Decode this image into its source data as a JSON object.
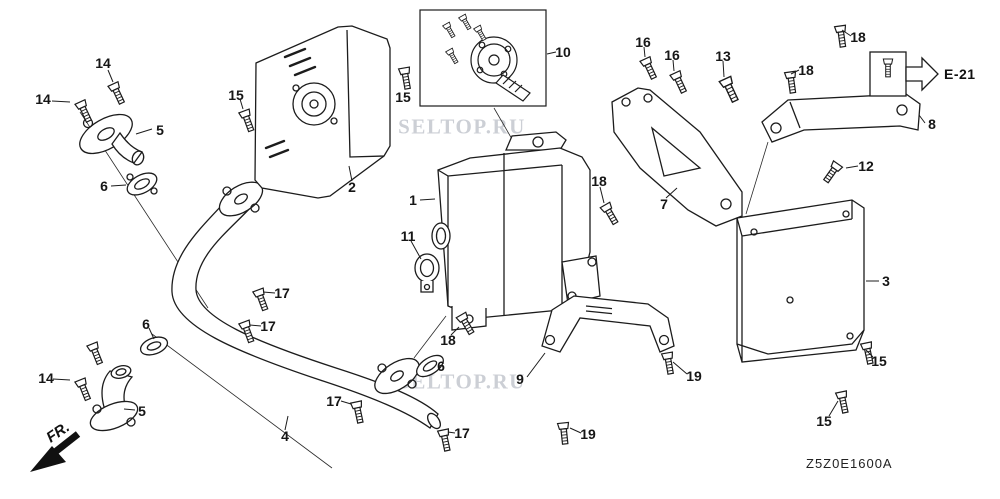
{
  "diagram": {
    "watermark": "SELTOP.RU",
    "code": "Z5Z0E1600A",
    "reference": "E-21",
    "front_marker": "FR."
  },
  "callouts": [
    {
      "n": "14"
    },
    {
      "n": "14"
    },
    {
      "n": "5"
    },
    {
      "n": "6"
    },
    {
      "n": "15"
    },
    {
      "n": "15"
    },
    {
      "n": "2"
    },
    {
      "n": "10"
    },
    {
      "n": "16"
    },
    {
      "n": "16"
    },
    {
      "n": "13"
    },
    {
      "n": "18"
    },
    {
      "n": "18"
    },
    {
      "n": "8"
    },
    {
      "n": "12"
    },
    {
      "n": "7"
    },
    {
      "n": "18"
    },
    {
      "n": "1"
    },
    {
      "n": "11"
    },
    {
      "n": "3"
    },
    {
      "n": "17"
    },
    {
      "n": "17"
    },
    {
      "n": "18"
    },
    {
      "n": "6"
    },
    {
      "n": "9"
    },
    {
      "n": "19"
    },
    {
      "n": "6"
    },
    {
      "n": "14"
    },
    {
      "n": "5"
    },
    {
      "n": "17"
    },
    {
      "n": "17"
    },
    {
      "n": "19"
    },
    {
      "n": "15"
    },
    {
      "n": "15"
    },
    {
      "n": "4"
    }
  ]
}
